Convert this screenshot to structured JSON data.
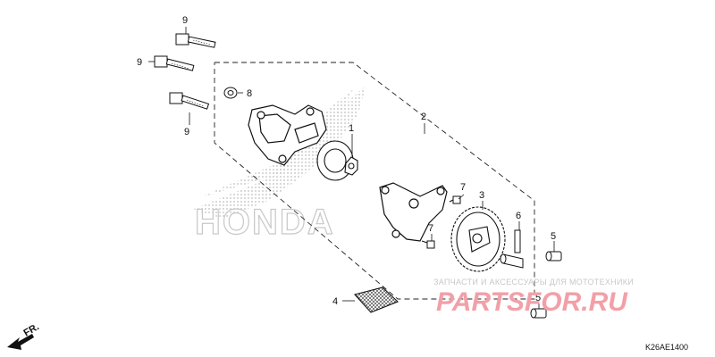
{
  "callouts": {
    "c9a": "9",
    "c9b": "9",
    "c9c": "9",
    "c8": "8",
    "c1": "1",
    "c2": "2",
    "c3": "3",
    "c7a": "7",
    "c7b": "7",
    "c6": "6",
    "c5a": "5",
    "c5b": "5",
    "c4": "4"
  },
  "direction_label": "FR.",
  "diagram_code": "K26AE1400",
  "brand_watermark": "HONDA",
  "watermark": {
    "tagline": "ЗАПЧАСТИ И АКСЕССУАРЫ ДЛЯ МОТОТЕХНИКИ",
    "logo": "PARTSFOR.RU",
    "logo_color": "#e8707c"
  },
  "colors": {
    "line": "#111111",
    "watermark": "#b5b5b5"
  }
}
